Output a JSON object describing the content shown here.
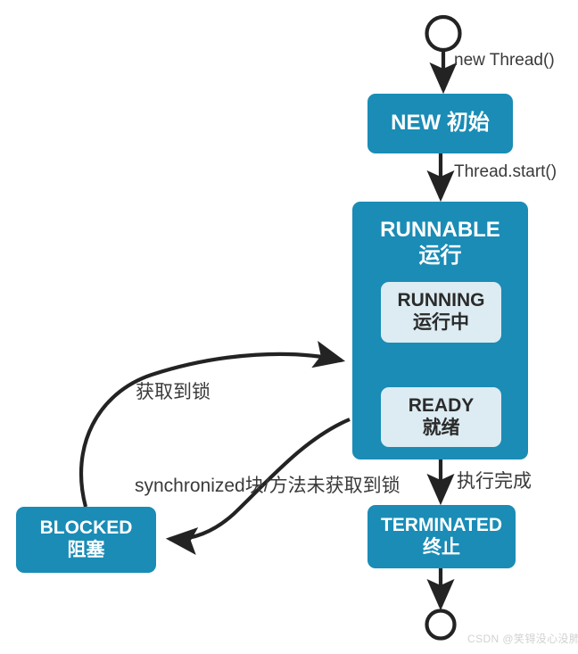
{
  "diagram": {
    "title": "Java Thread State Diagram",
    "colors": {
      "state_blue": "#1a8cb6",
      "substate_light": "#dcecf2",
      "edge_dark": "#232323",
      "edge_yellow": "#f9f87a",
      "text_dark": "#3a3a3a",
      "text_light": "#ffffff"
    },
    "nodes": {
      "start": {
        "icon": "start-circle-icon"
      },
      "new": {
        "line1": "NEW 初始"
      },
      "runnable": {
        "line1": "RUNNABLE",
        "line2": "运行"
      },
      "running": {
        "line1": "RUNNING",
        "line2": "运行中"
      },
      "ready": {
        "line1": "READY",
        "line2": "就绪"
      },
      "blocked": {
        "line1": "BLOCKED",
        "line2": "阻塞"
      },
      "terminated": {
        "line1": "TERMINATED",
        "line2": "终止"
      },
      "end": {
        "icon": "end-circle-icon"
      }
    },
    "edges": {
      "new_thread": "new Thread()",
      "thread_start": "Thread.start()",
      "acquire_lock": "获取到锁",
      "synchronized_fail": "synchronized块/方法未获取到锁",
      "execution_done": "执行完成"
    },
    "watermark": "CSDN @笑锝没心没肺"
  }
}
